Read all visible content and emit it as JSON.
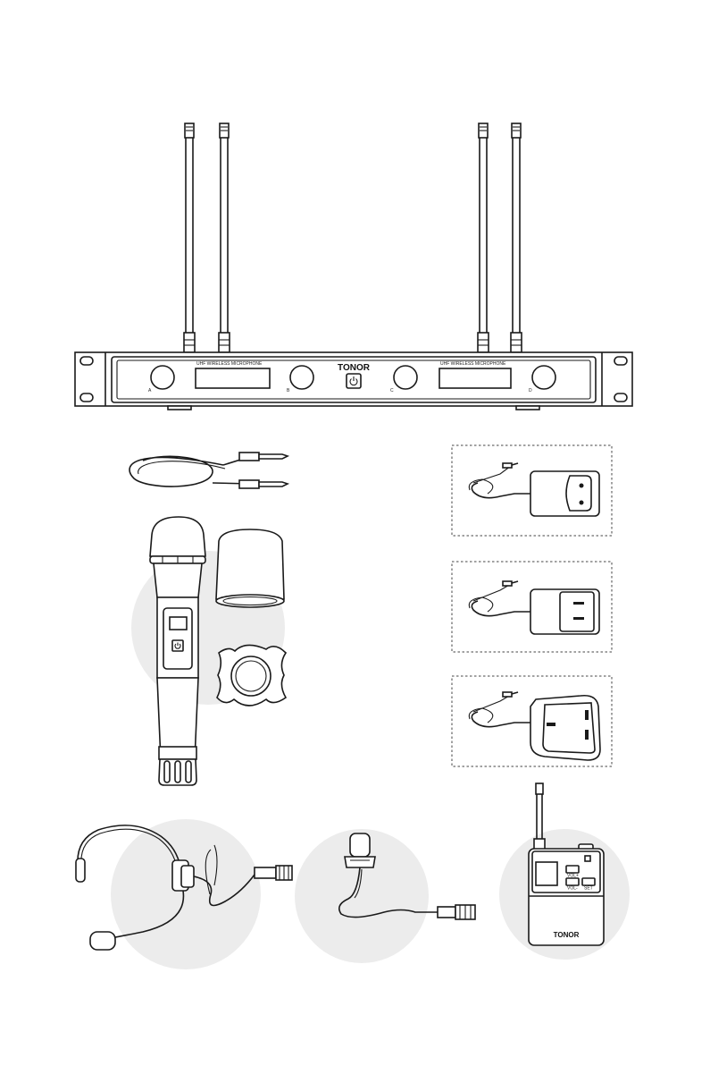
{
  "receiver": {
    "brand": "TONOR",
    "display_left_label": "UHF WIRELESS MICROPHONE",
    "display_right_label": "UHF WIRELESS MICROPHONE",
    "channel_labels": [
      "A",
      "B",
      "C",
      "D"
    ]
  },
  "bodypack": {
    "brand": "TONOR",
    "button_labels": [
      "VOL+",
      "VOL-",
      "SET"
    ]
  },
  "icons": [
    "power-icon"
  ],
  "colors": {
    "line": "#1a1a1a",
    "backdrop_circle": "#ececec",
    "background": "#ffffff"
  }
}
